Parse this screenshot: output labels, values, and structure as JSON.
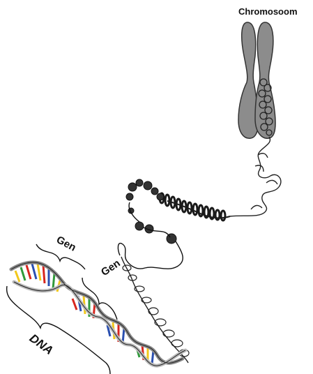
{
  "labels": {
    "chromosome": "Chromosoom",
    "gene_1": "Gen",
    "gene_2": "Gen",
    "dna": "DNA"
  },
  "colors": {
    "chromosome_fill": "#8c8c8c",
    "line": "#222222",
    "base_red": "#d7261e",
    "base_blue": "#2a4fb0",
    "base_yellow": "#f2c81a",
    "base_green": "#2f9a3a"
  }
}
